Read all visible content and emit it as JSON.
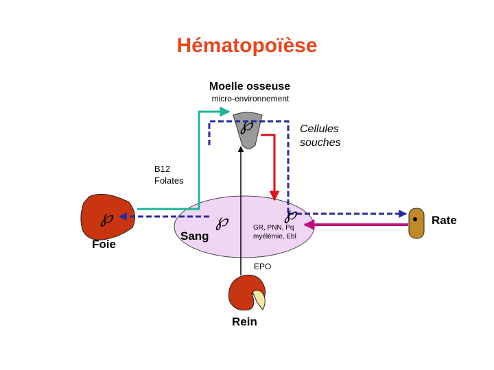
{
  "title": "Hématopoïèse",
  "moelle": "Moelle osseuse",
  "micro": "micro-environnement",
  "cellules": [
    "Cellules",
    "souches"
  ],
  "b12": [
    "B12",
    "Folates"
  ],
  "rate": "Rate",
  "foie": "Foie",
  "sang": "Sang",
  "markers": [
    "GR, PNN, Pq",
    "myélémie, Ebl"
  ],
  "epo": "EPO",
  "rein": "Rein",
  "cell_glyph": "℘",
  "colors": {
    "title": "#e8451c",
    "teal_arrow": "#1ab59a",
    "navy_dashed": "#2a2a9c",
    "red_arrow": "#e01010",
    "magenta_arrow": "#c0107a",
    "blood_ellipse": "#f0d6f4",
    "organ_red": "#c93510",
    "spleen": "#c08a28",
    "marrow_gray": "#9a9a9a"
  }
}
